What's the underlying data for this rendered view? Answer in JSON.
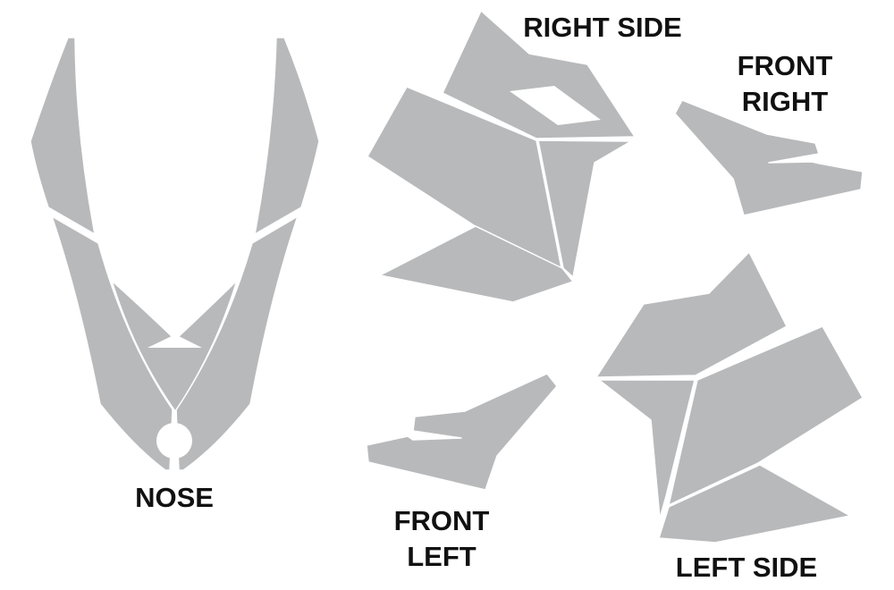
{
  "labels": {
    "nose": "NOSE",
    "right_side": "RIGHT SIDE",
    "front_right_line1": "FRONT",
    "front_right_line2": "RIGHT",
    "front_left_line1": "FRONT",
    "front_left_line2": "LEFT",
    "left_side": "LEFT SIDE"
  },
  "colors": {
    "background": "#ffffff",
    "piece_fill": "#b8b9bb",
    "label_text": "#111111"
  }
}
